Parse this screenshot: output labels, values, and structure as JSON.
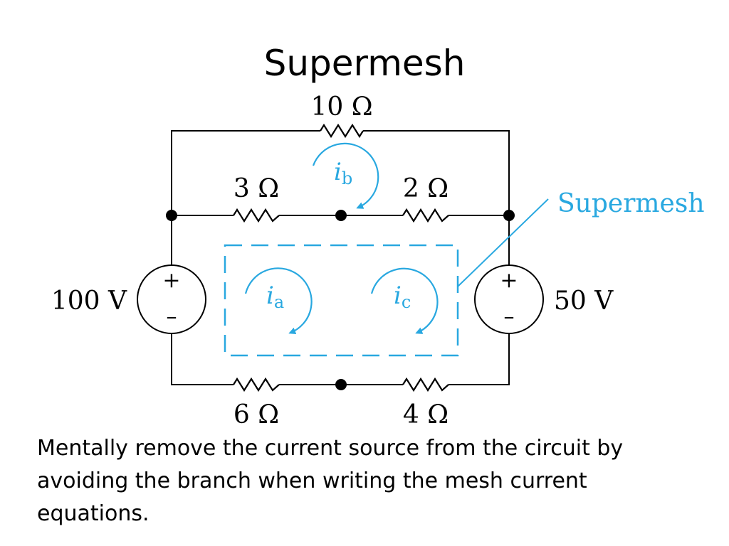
{
  "slide": {
    "title": "Supermesh",
    "caption": "Mentally remove the current source from the circuit by avoiding the branch when writing the mesh current equations."
  },
  "circuit": {
    "resistors": {
      "top": "10 Ω",
      "mid_left": "3 Ω",
      "mid_right": "2 Ω",
      "bottom_left": "6 Ω",
      "bottom_right": "4 Ω"
    },
    "sources": {
      "left": "100 V",
      "right": "50 V",
      "plus": "+",
      "minus": "–"
    },
    "mesh_currents": {
      "a": {
        "symbol": "i",
        "sub": "a"
      },
      "b": {
        "symbol": "i",
        "sub": "b"
      },
      "c": {
        "symbol": "i",
        "sub": "c"
      }
    },
    "supermesh_label": "Supermesh",
    "colors": {
      "wire": "#000000",
      "accent": "#29a8e0"
    }
  }
}
